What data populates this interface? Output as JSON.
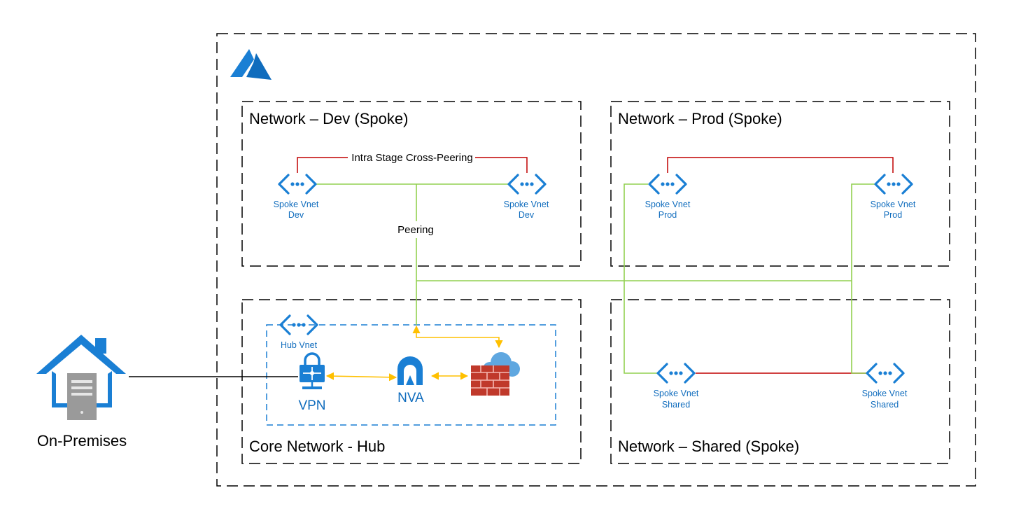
{
  "boxes": {
    "dev": "Network – Dev (Spoke)",
    "prod": "Network – Prod (Spoke)",
    "hub": "Core Network - Hub",
    "shared": "Network – Shared (Spoke)"
  },
  "vnets": {
    "dev_left": {
      "line1": "Spoke Vnet",
      "line2": "Dev"
    },
    "dev_right": {
      "line1": "Spoke Vnet",
      "line2": "Dev"
    },
    "prod_left": {
      "line1": "Spoke Vnet",
      "line2": "Prod"
    },
    "prod_right": {
      "line1": "Spoke Vnet",
      "line2": "Prod"
    },
    "shared_left": {
      "line1": "Spoke Vnet",
      "line2": "Shared"
    },
    "shared_right": {
      "line1": "Spoke Vnet",
      "line2": "Shared"
    },
    "hub": "Hub Vnet"
  },
  "connections": {
    "cross_peering": "Intra Stage Cross-Peering",
    "peering": "Peering"
  },
  "hub_components": {
    "vpn": "VPN",
    "nva": "NVA"
  },
  "on_premises": "On-Premises",
  "icons": {
    "azure": "azure-logo-icon",
    "vnet": "virtual-network-icon",
    "vpn": "vpn-gateway-icon",
    "nva": "network-virtual-appliance-icon",
    "firewall": "azure-firewall-icon",
    "home": "on-premises-house-icon"
  },
  "colors": {
    "azure_blue": "#0f6cbd",
    "peering_green": "#92d050",
    "cross_peering_red": "#c00000",
    "hub_traffic_yellow": "#ffc000"
  }
}
